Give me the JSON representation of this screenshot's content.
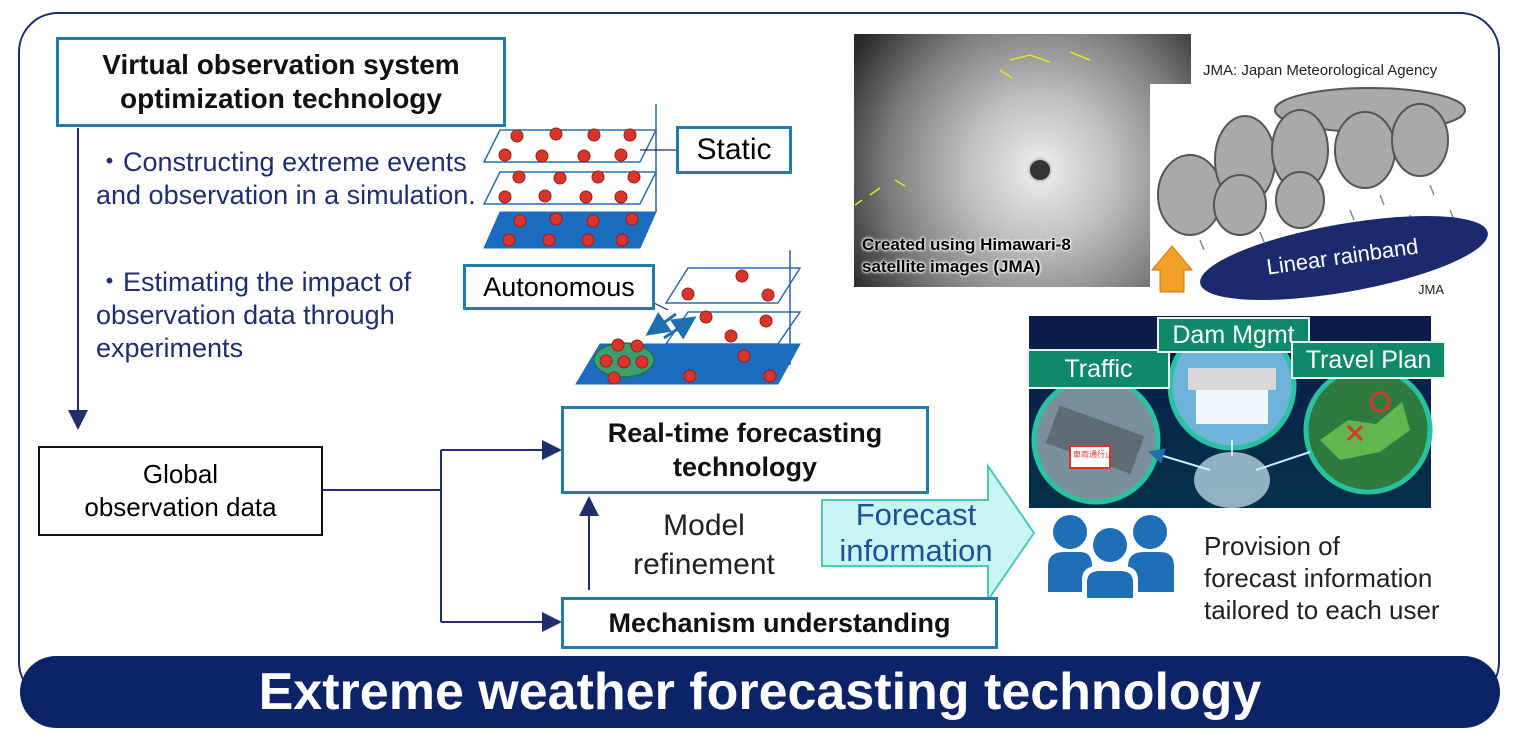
{
  "title": "Extreme weather forecasting technology",
  "virtual_box": {
    "line1": "Virtual observation system",
    "line2": "optimization technology"
  },
  "bullets": [
    "・Constructing extreme events and observation in a simulation.",
    "・Estimating the impact of observation data through experiments"
  ],
  "labels": {
    "static": "Static",
    "autonomous": "Autonomous"
  },
  "global_box": {
    "line1": "Global",
    "line2": "observation data"
  },
  "realtime_box": {
    "line1": "Real-time forecasting",
    "line2": "technology"
  },
  "mechanism_box": "Mechanism understanding",
  "model_refinement": {
    "line1": "Model",
    "line2": "refinement"
  },
  "forecast_arrow": {
    "line1": "Forecast",
    "line2": "information"
  },
  "satellite_caption": {
    "line1": "Created using Himawari-8",
    "line2": "satellite images (JMA)"
  },
  "jma_note": "JMA: Japan Meteorological Agency",
  "rainband_label": "Linear rainband",
  "jma_small": "JMA",
  "tags": {
    "traffic": "Traffic",
    "dam": "Dam Mgmt",
    "travel": "Travel Plan"
  },
  "sign_text": "車両通行止",
  "provision": {
    "line1": "Provision of",
    "line2": "forecast information",
    "line3": "tailored to each user"
  },
  "colors": {
    "navy": "#1f2f6e",
    "teal_border": "#1f7ea8",
    "tag_green": "#0e8a6a",
    "banner": "#0c2467"
  },
  "icons": [
    "users-icon",
    "up-arrow-icon",
    "cloud-icon"
  ]
}
